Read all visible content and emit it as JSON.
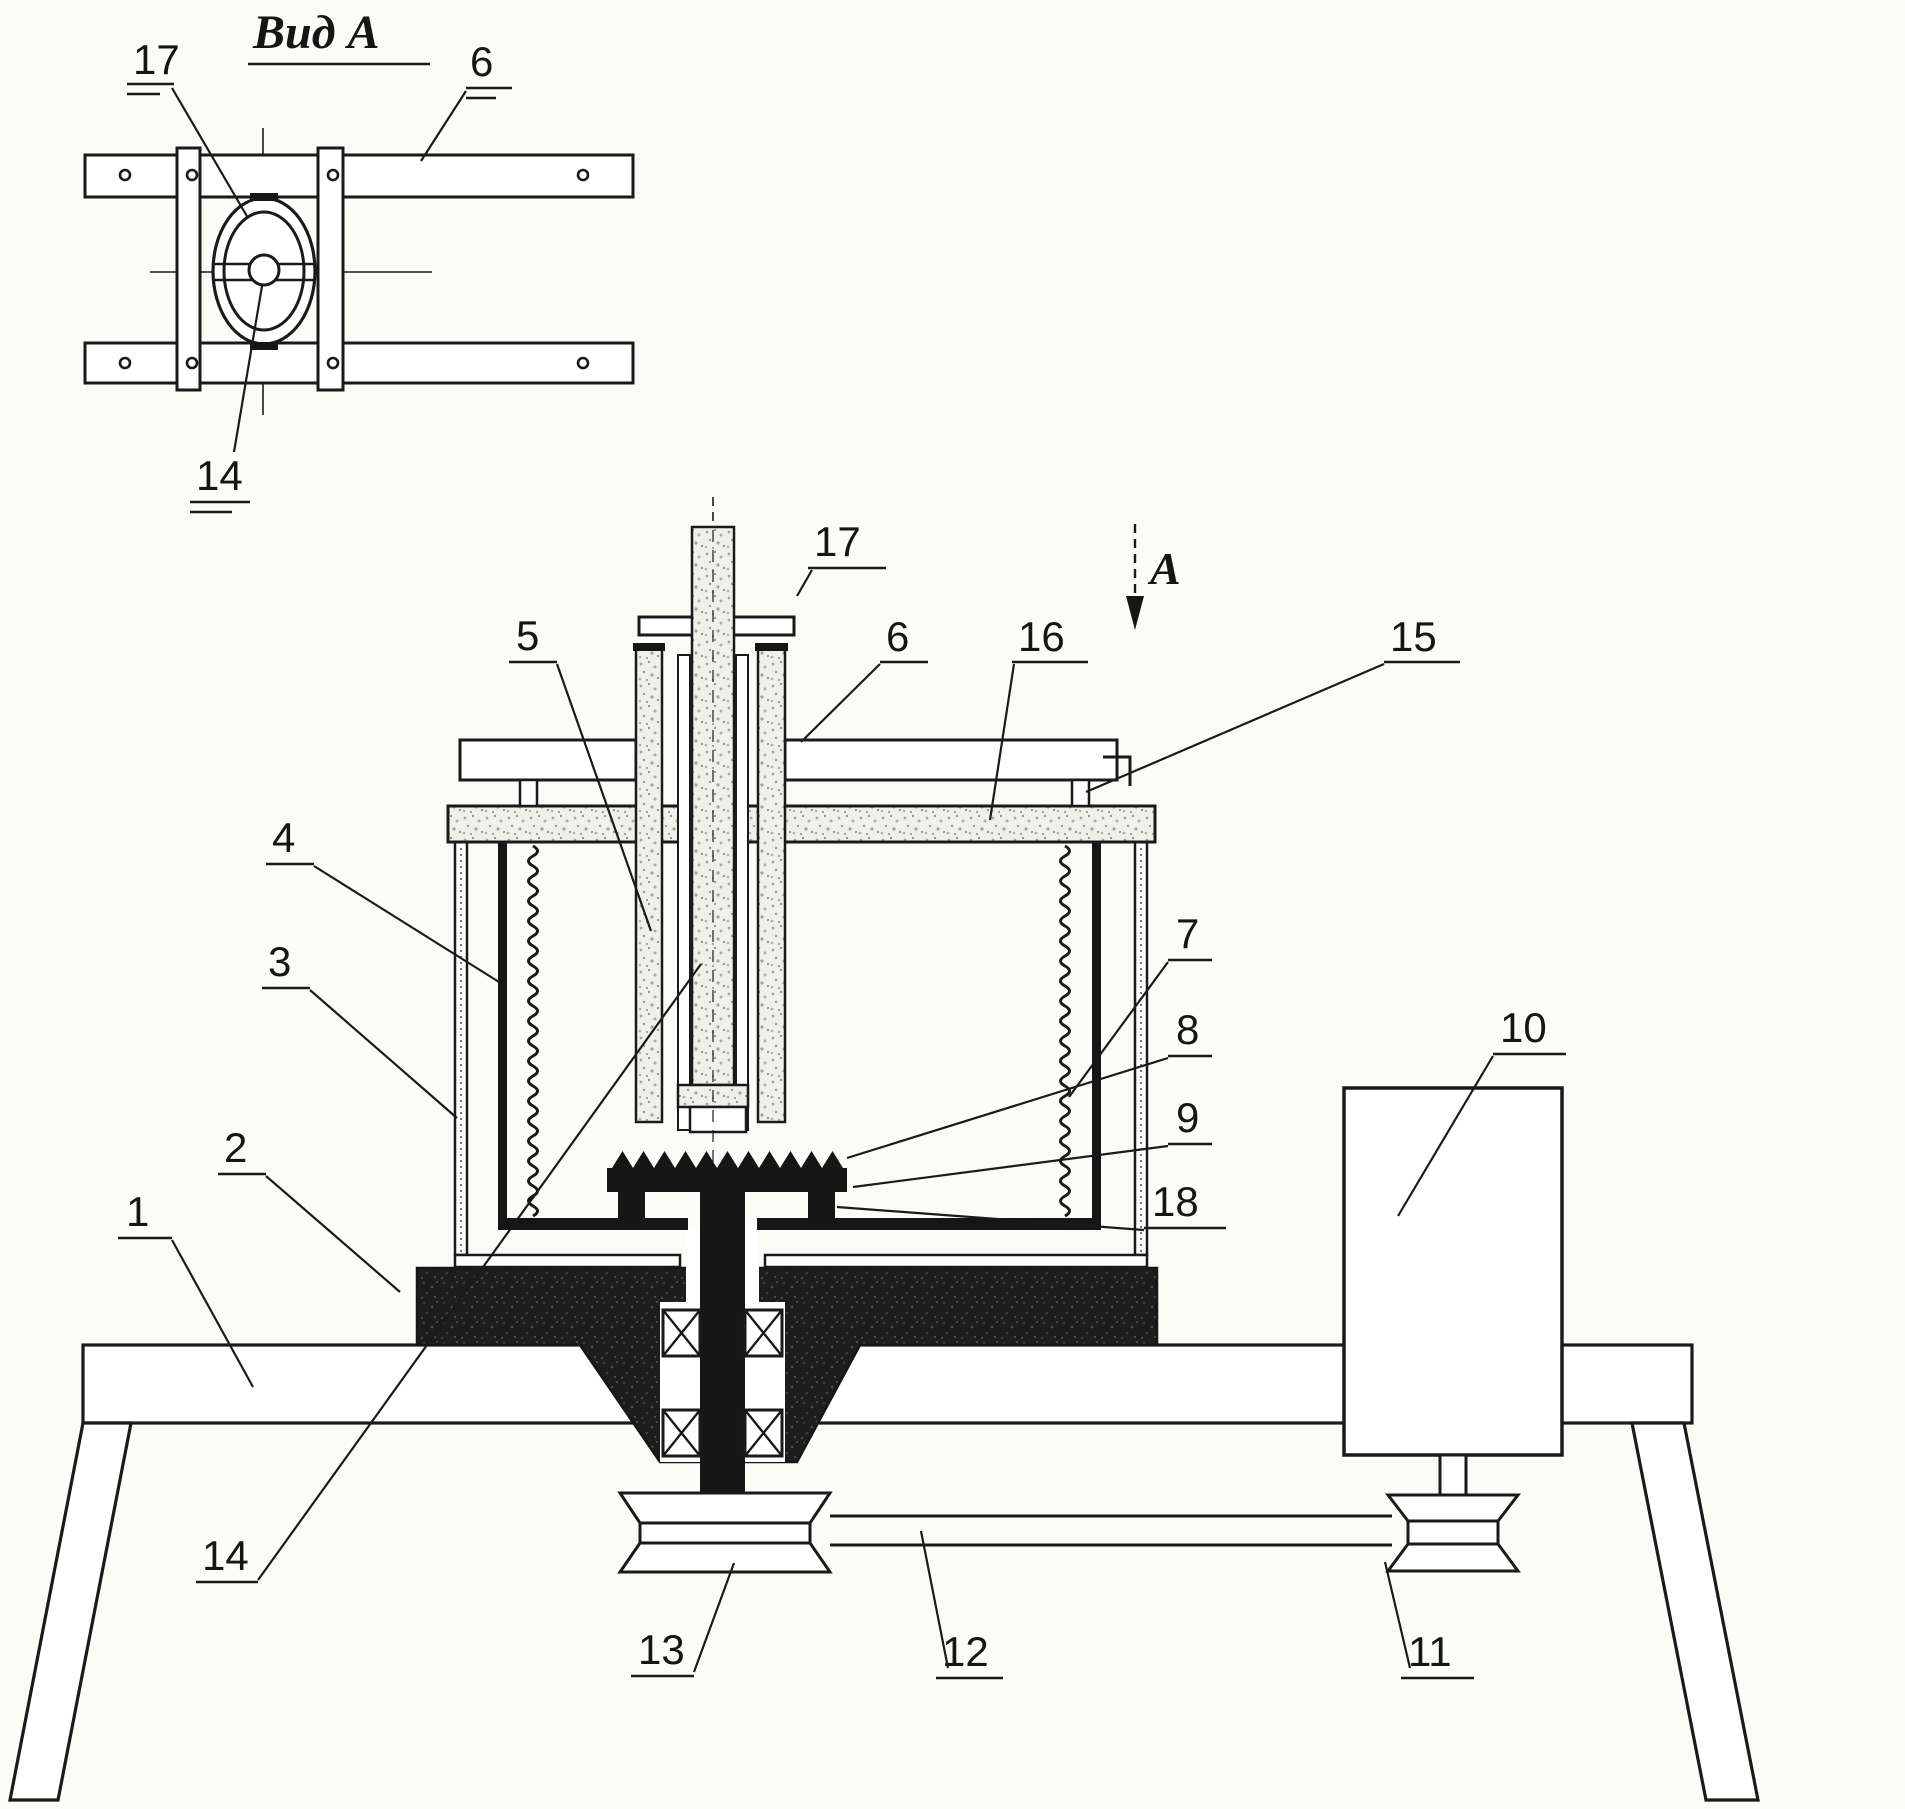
{
  "colors": {
    "ink": "#1a1a1a",
    "paper": "#fbfbf8",
    "dark_fill": "#1d1d1d",
    "stipple_fill": "#f1f1ec"
  },
  "top_view": {
    "title": "Вид А",
    "label_17": "17",
    "label_6": "6",
    "label_14": "14"
  },
  "main_view": {
    "arrow_letter": "A",
    "label_1": "1",
    "label_2": "2",
    "label_3": "3",
    "label_4": "4",
    "label_5": "5",
    "label_6": "6",
    "label_7": "7",
    "label_8": "8",
    "label_9": "9",
    "label_10": "10",
    "label_11": "11",
    "label_12": "12",
    "label_13": "13",
    "label_14": "14",
    "label_15": "15",
    "label_16": "16",
    "label_17": "17",
    "label_18": "18"
  }
}
